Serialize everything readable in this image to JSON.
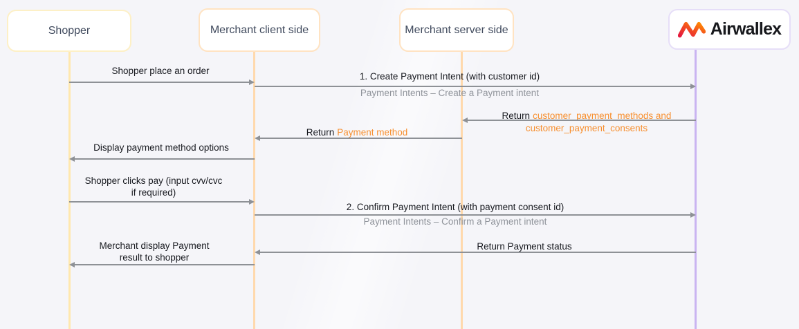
{
  "diagram": {
    "actors": {
      "shopper": {
        "label": "Shopper"
      },
      "merchant_client": {
        "label": "Merchant client side"
      },
      "merchant_server": {
        "label": "Merchant server side"
      },
      "airwallex": {
        "label": "Airwallex",
        "logo_icon": "airwallex-wave-mark"
      }
    },
    "messages": {
      "m1_place_order": {
        "text": "Shopper place an order"
      },
      "m2_create_intent": {
        "title": "1. Create Payment Intent (with customer id)",
        "subtitle": "Payment Intents – Create a Payment intent"
      },
      "m3_return_methods": {
        "prefix": "Return",
        "highlight_line1": "customer_payment_methods and",
        "highlight_line2": "customer_payment_consents"
      },
      "m4_return_method": {
        "prefix": "Return",
        "highlight": "Payment method"
      },
      "m5_display_options": {
        "text": "Display payment method options"
      },
      "m6_clicks_pay": {
        "line1": "Shopper clicks pay (input cvv/cvc",
        "line2": "if required)"
      },
      "m7_confirm_intent": {
        "title": "2. Confirm Payment Intent (with payment consent id)",
        "subtitle": "Payment Intents – Confirm a Payment intent"
      },
      "m8_return_status": {
        "text": "Return Payment status"
      },
      "m9_display_result": {
        "line1": "Merchant display Payment",
        "line2": "result to shopper"
      }
    },
    "colors": {
      "background": "#f5f5f9",
      "box_fill": "#ffffff",
      "shopper_border": "#fdf0c6",
      "shopper_lifeline": "#ffe8ae",
      "merchant_border": "#ffe3c2",
      "merchant_lifeline": "#ffd9ad",
      "airwallex_border": "#e6def8",
      "airwallex_lifeline": "#c9b4f1",
      "arrow": "#8e9196",
      "label_dark": "#17191f",
      "label_gray": "#8f939a",
      "label_orange": "#f78f2f",
      "actor_title": "#414b5e",
      "logo_gradient_start": "#e51a3f",
      "logo_gradient_end": "#ff8f00",
      "logo_text_color": "#17181c"
    }
  }
}
